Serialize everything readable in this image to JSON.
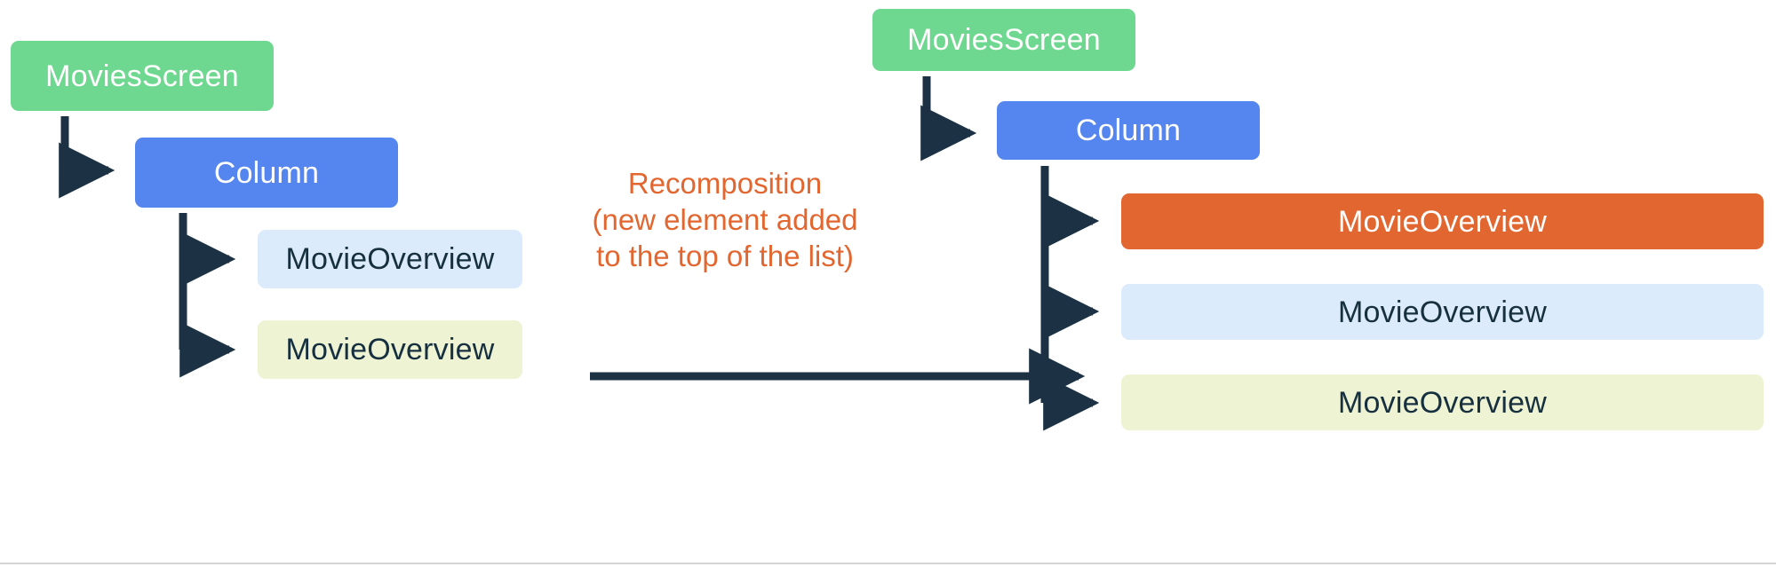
{
  "colors": {
    "screen_green": "#6FD890",
    "column_blue": "#5585EE",
    "overview_light_blue": "#DCEBFB",
    "overview_light_yellow": "#EEF3D4",
    "overview_orange": "#E2662F",
    "connector_navy": "#1C3144",
    "caption_orange": "#E2662F",
    "background": "#FFFFFF",
    "divider_gray": "#D4D4D4"
  },
  "before": {
    "movies_screen": "MoviesScreen",
    "column": "Column",
    "overviews": [
      {
        "label": "MovieOverview",
        "color": "#DCEBFB"
      },
      {
        "label": "MovieOverview",
        "color": "#EEF3D4"
      }
    ]
  },
  "caption": {
    "lines": [
      "Recomposition",
      "(new element added",
      "to the top of the list)"
    ]
  },
  "after": {
    "movies_screen": "MoviesScreen",
    "column": "Column",
    "overviews": [
      {
        "label": "MovieOverview",
        "color": "#E2662F"
      },
      {
        "label": "MovieOverview",
        "color": "#DCEBFB"
      },
      {
        "label": "MovieOverview",
        "color": "#EEF3D4"
      }
    ]
  }
}
